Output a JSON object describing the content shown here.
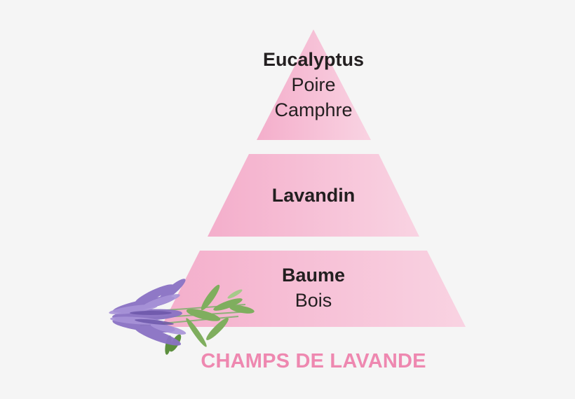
{
  "pyramid": {
    "colors": {
      "tier_left": "#f4aecb",
      "tier_right": "#f9d3e2",
      "background": "#f5f5f5",
      "text": "#231f20",
      "title": "#ee88b0"
    },
    "tiers": [
      {
        "level": "top",
        "notes": [
          {
            "label": "Eucalyptus",
            "bold": true
          },
          {
            "label": "Poire",
            "bold": false
          },
          {
            "label": "Camphre",
            "bold": false
          }
        ]
      },
      {
        "level": "middle",
        "notes": [
          {
            "label": "Lavandin",
            "bold": true
          }
        ]
      },
      {
        "level": "base",
        "notes": [
          {
            "label": "Baume",
            "bold": true
          },
          {
            "label": "Bois",
            "bold": false
          }
        ]
      }
    ]
  },
  "title": "CHAMPS DE LAVANDE",
  "illustration": {
    "icon": "lavender-bouquet-icon"
  }
}
